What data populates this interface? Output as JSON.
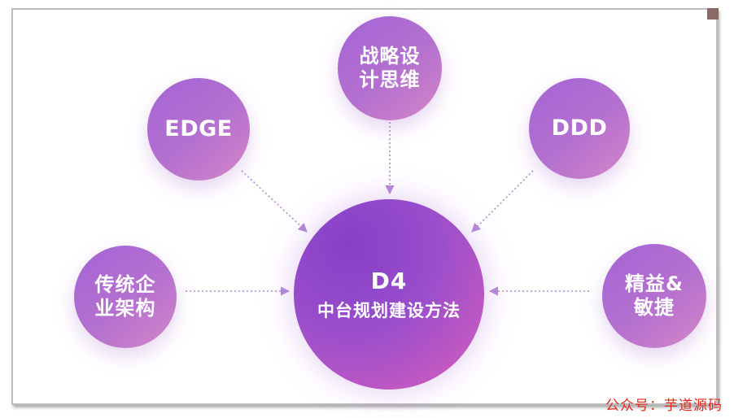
{
  "diagram": {
    "center": {
      "title": "D4",
      "subtitle": "中台规划建设方法"
    },
    "nodes": {
      "strategy": {
        "line1": "战略设",
        "line2": "计思维"
      },
      "edge": {
        "label": "EDGE"
      },
      "ddd": {
        "label": "DDD"
      },
      "legacy": {
        "line1": "传统企",
        "line2": "业架构"
      },
      "lean": {
        "line1": "精益&",
        "line2": "敏捷"
      }
    },
    "connector_color": "#b48ad8",
    "node_gradient": [
      "#a364d6",
      "#d486c7"
    ],
    "center_gradient": [
      "#8540c8",
      "#cd5bbf"
    ]
  },
  "watermark": "公众号：芋道源码"
}
